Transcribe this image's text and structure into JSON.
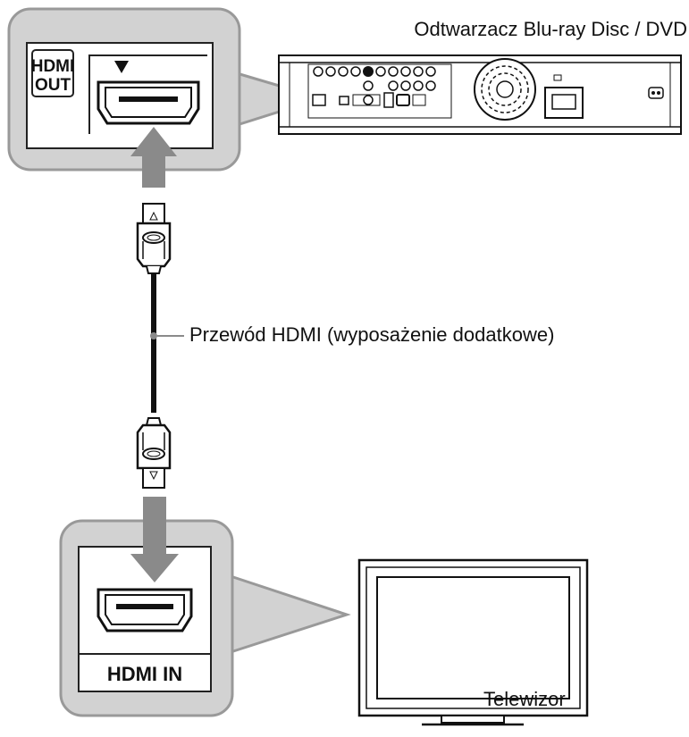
{
  "labels": {
    "device": "Odtwarzacz Blu-ray Disc / DVD",
    "cable": "Przewód HDMI (wyposażenie dodatkowe)",
    "tv": "Telewizor"
  },
  "ports": {
    "out_line1": "HDMI",
    "out_line2": "OUT",
    "in": "HDMI IN"
  },
  "colors": {
    "callout_fill": "#d2d2d2",
    "callout_stroke": "#999999",
    "arrow": "#8a8a8a",
    "line": "#111111"
  }
}
